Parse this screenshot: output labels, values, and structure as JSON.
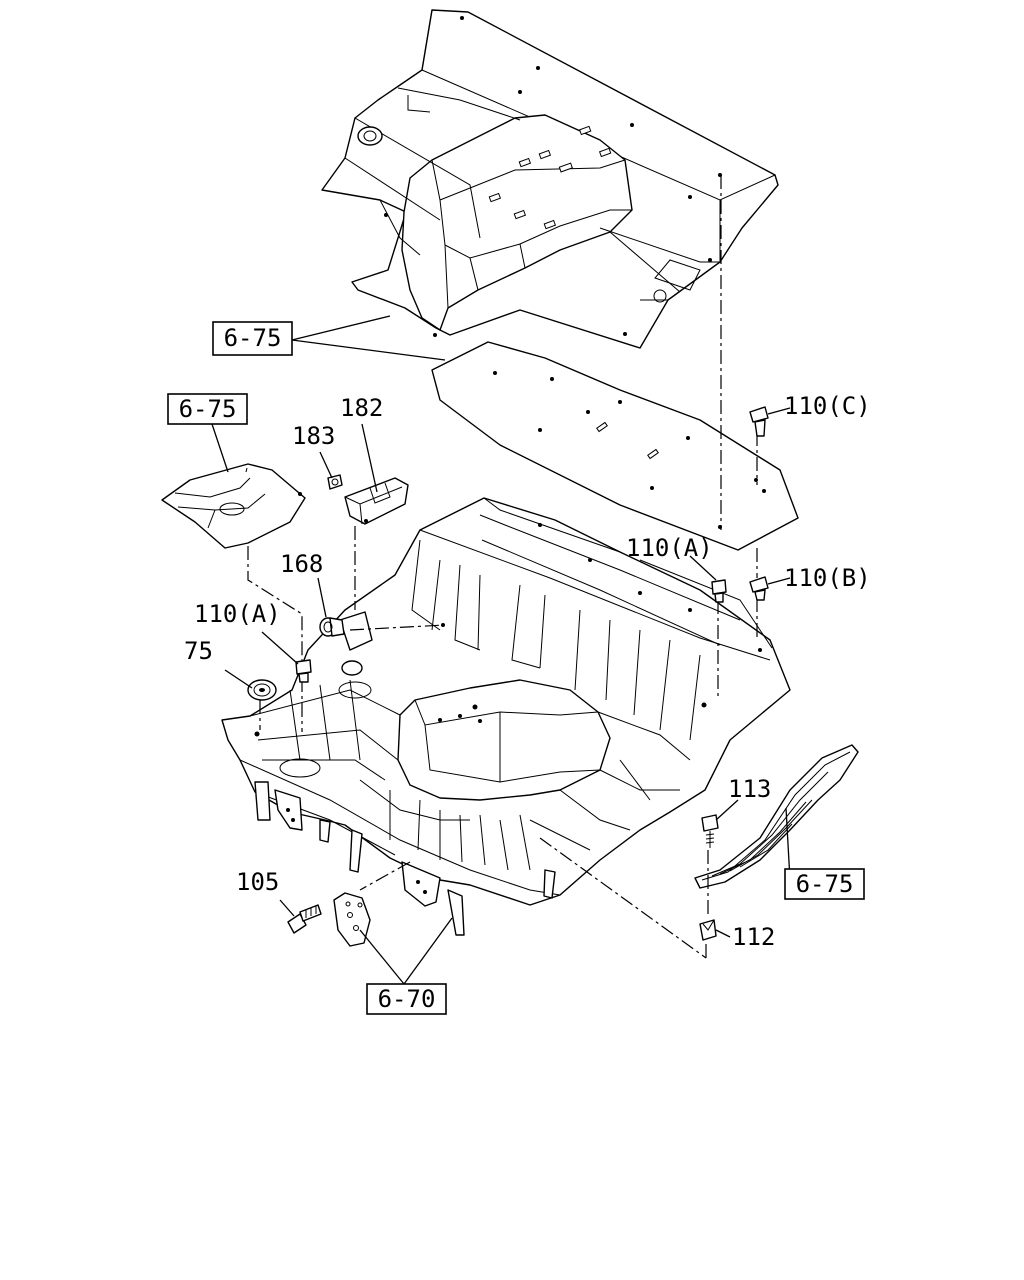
{
  "references": {
    "ref_top": "6-75",
    "ref_left": "6-75",
    "ref_right": "6-75",
    "ref_bottom": "6-70"
  },
  "callouts": {
    "c182": "182",
    "c183": "183",
    "c168": "168",
    "c110a_left": "110(A)",
    "c75": "75",
    "c110a_right": "110(A)",
    "c110b": "110(B)",
    "c110c": "110(C)",
    "c113": "113",
    "c112": "112",
    "c105": "105"
  },
  "colors": {
    "line": "#000000",
    "background": "#ffffff"
  }
}
